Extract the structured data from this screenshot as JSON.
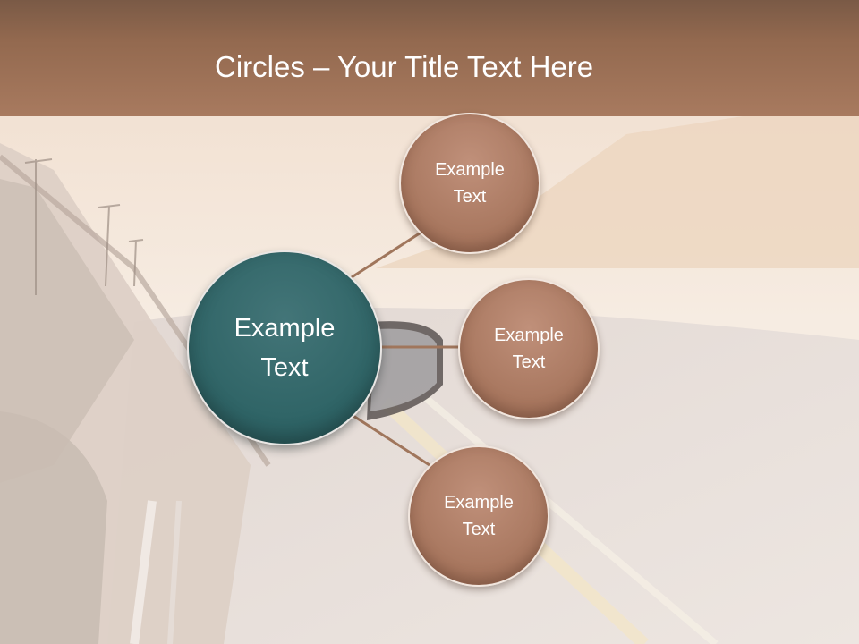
{
  "slide": {
    "title_bold": "Circles",
    "title_rest": " – Your Title Text Here"
  },
  "diagram": {
    "center": {
      "label_line1": "Example",
      "label_line2": "Text",
      "color": "#2f6466"
    },
    "satellites": [
      {
        "label_line1": "Example",
        "label_line2": "Text",
        "color": "#a8775f"
      },
      {
        "label_line1": "Example",
        "label_line2": "Text",
        "color": "#a8775f"
      },
      {
        "label_line1": "Example",
        "label_line2": "Text",
        "color": "#a8775f"
      }
    ],
    "connector_color": "#a0765c"
  },
  "background": {
    "icon": "car-side-mirror-road-photo"
  }
}
